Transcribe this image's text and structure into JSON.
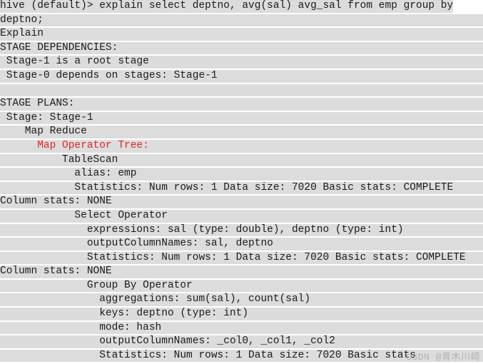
{
  "colors": {
    "line_band": "#dcdcdc",
    "text": "#1b1b1b",
    "highlight_red": "#e12626",
    "watermark": "#b8b2b2",
    "page_background": "#ffffff"
  },
  "terminal": {
    "prompt": "hive (default)>",
    "command": "explain select deptno, avg(sal) avg_sal from emp group by deptno;",
    "lines": [
      {
        "text": "hive (default)> explain select deptno, avg(sal) avg_sal from emp group by",
        "color": "normal",
        "band": "fit"
      },
      {
        "text": "deptno;",
        "color": "normal",
        "band": "full"
      },
      {
        "text": "Explain",
        "color": "normal",
        "band": "full"
      },
      {
        "text": "STAGE DEPENDENCIES:",
        "color": "normal",
        "band": "full"
      },
      {
        "text": " Stage-1 is a root stage",
        "color": "normal",
        "band": "full"
      },
      {
        "text": " Stage-0 depends on stages: Stage-1",
        "color": "normal",
        "band": "full"
      },
      {
        "text": "",
        "color": "normal",
        "band": "full"
      },
      {
        "text": "STAGE PLANS:",
        "color": "normal",
        "band": "full"
      },
      {
        "text": " Stage: Stage-1",
        "color": "normal",
        "band": "full"
      },
      {
        "text": "    Map Reduce",
        "color": "normal",
        "band": "full"
      },
      {
        "text": "      Map Operator Tree:",
        "color": "red",
        "band": "full"
      },
      {
        "text": "          TableScan",
        "color": "normal",
        "band": "full"
      },
      {
        "text": "            alias: emp",
        "color": "normal",
        "band": "full"
      },
      {
        "text": "            Statistics: Num rows: 1 Data size: 7020 Basic stats: COMPLETE",
        "color": "normal",
        "band": "full"
      },
      {
        "text": "Column stats: NONE",
        "color": "normal",
        "band": "full"
      },
      {
        "text": "            Select Operator",
        "color": "normal",
        "band": "full"
      },
      {
        "text": "              expressions: sal (type: double), deptno (type: int)",
        "color": "normal",
        "band": "full"
      },
      {
        "text": "              outputColumnNames: sal, deptno",
        "color": "normal",
        "band": "full"
      },
      {
        "text": "              Statistics: Num rows: 1 Data size: 7020 Basic stats: COMPLETE",
        "color": "normal",
        "band": "full"
      },
      {
        "text": "Column stats: NONE",
        "color": "normal",
        "band": "full"
      },
      {
        "text": "              Group By Operator",
        "color": "normal",
        "band": "full"
      },
      {
        "text": "                aggregations: sum(sal), count(sal)",
        "color": "normal",
        "band": "full"
      },
      {
        "text": "                keys: deptno (type: int)",
        "color": "normal",
        "band": "full"
      },
      {
        "text": "                mode: hash",
        "color": "normal",
        "band": "full"
      },
      {
        "text": "                outputColumnNames: _col0, _col1, _col2",
        "color": "normal",
        "band": "full"
      },
      {
        "text": "                Statistics: Num rows: 1 Data size: 7020 Basic stats",
        "color": "normal",
        "band": "full"
      }
    ]
  },
  "watermark": {
    "text": "CSDN @青木川崎"
  }
}
